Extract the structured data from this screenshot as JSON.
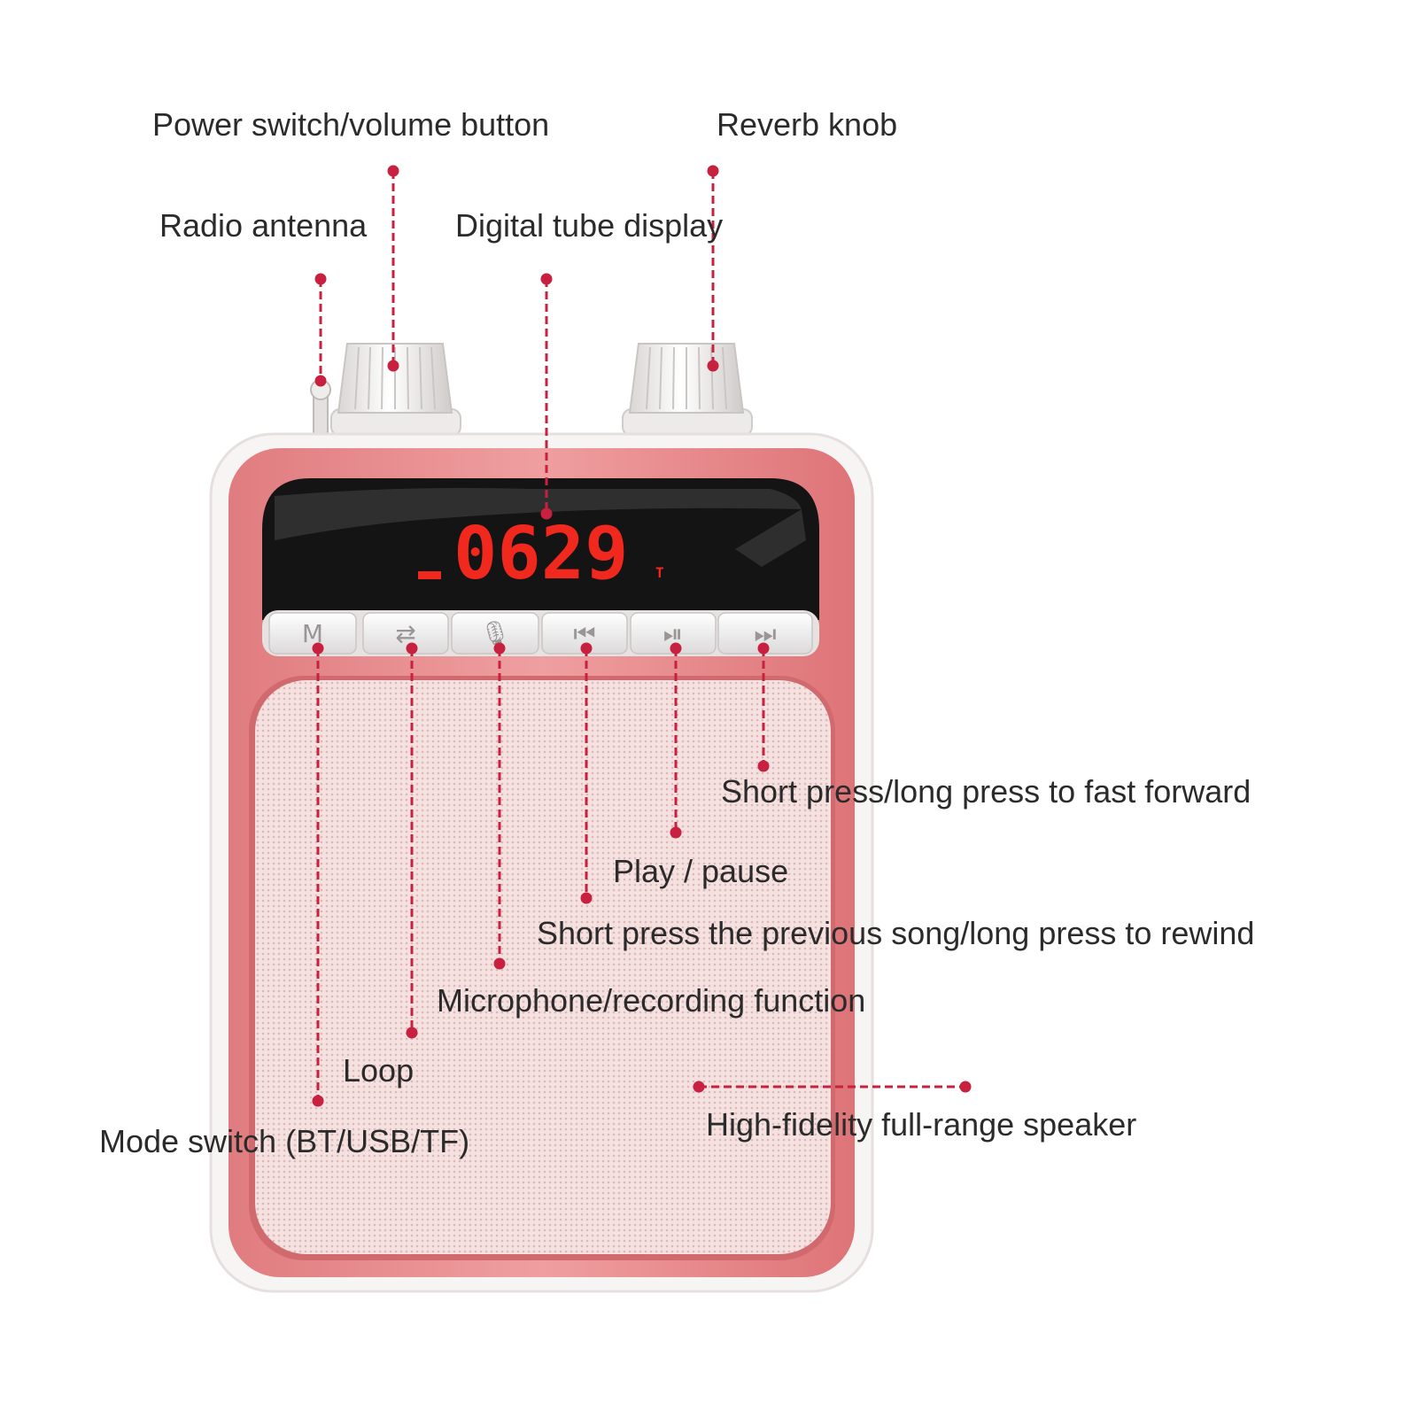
{
  "labels": {
    "power": "Power switch/volume button",
    "reverb": "Reverb knob",
    "antenna": "Radio antenna",
    "display": "Digital tube display",
    "fast_forward": "Short press/long press to fast forward",
    "play_pause": "Play / pause",
    "previous": "Short press the previous song/long press to rewind",
    "microphone": "Microphone/recording function",
    "loop": "Loop",
    "mode": "Mode switch (BT/USB/TF)",
    "speaker": "High-fidelity full-range speaker"
  },
  "display": {
    "digits": "0629",
    "indicator": "T"
  },
  "buttons": [
    {
      "name": "mode",
      "glyph": "M"
    },
    {
      "name": "loop",
      "glyph": "⇄"
    },
    {
      "name": "microphone",
      "glyph": "🎙"
    },
    {
      "name": "previous",
      "glyph": "⏮"
    },
    {
      "name": "play-pause",
      "glyph": "⏯"
    },
    {
      "name": "next",
      "glyph": "⏭"
    }
  ],
  "colors": {
    "callout": "#c8213f",
    "body_shell": "#e58a8c",
    "bezel": "#f6f2f2",
    "grille": "#f3dedd",
    "display_bg": "#111111",
    "display_digits": "#f0281e",
    "knob": "#f1efee"
  }
}
